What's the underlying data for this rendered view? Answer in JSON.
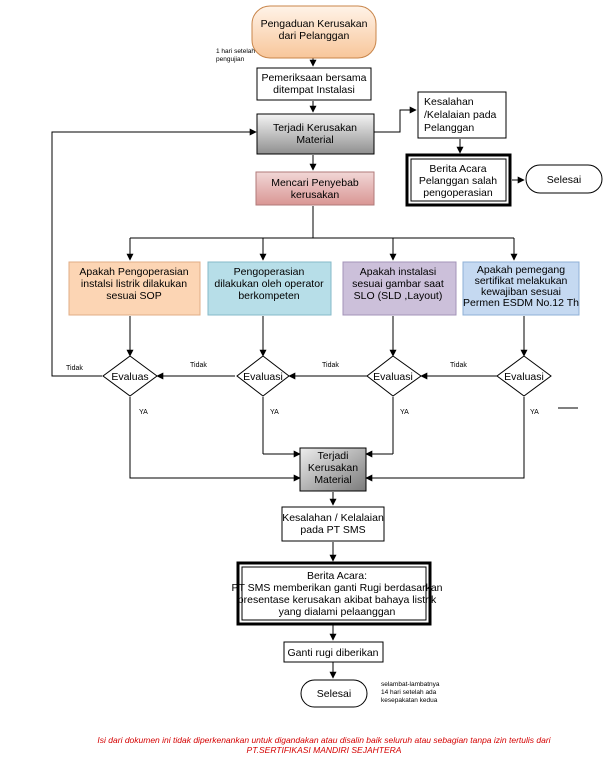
{
  "nodes": {
    "start": [
      "Pengaduan Kerusakan",
      "dari Pelanggan"
    ],
    "inspect": [
      "Pemeriksaan bersama",
      "ditempat Instalasi"
    ],
    "damage_top": [
      "Terjadi Kerusakan",
      "Material"
    ],
    "customer_fault": [
      "Kesalahan",
      "/Kelalaian pada",
      "Pelanggan"
    ],
    "customer_report": [
      "Berita Acara",
      "Pelanggan salah",
      "pengoperasian"
    ],
    "end_top": [
      "Selesai"
    ],
    "find_cause": [
      "Mencari Penyebab",
      "kerusakan"
    ],
    "q_sop": [
      "Apakah Pengoperasian",
      "instalsi listrik dilakukan",
      "sesuai SOP"
    ],
    "q_operator": [
      "Pengoperasian",
      "dilakukan oleh operator",
      "berkompeten"
    ],
    "q_slo": [
      "Apakah instalasi",
      "sesuai gambar saat",
      "SLO (SLD ,Layout)"
    ],
    "q_cert": [
      "Apakah pemegang",
      "sertifikat melakukan",
      "kewajiban sesuai",
      "Permen ESDM No.12 Th"
    ],
    "eval_1": [
      "Evaluas"
    ],
    "eval_2": [
      "Evaluasi"
    ],
    "eval_3": [
      "Evaluasi"
    ],
    "eval_4": [
      "Evaluasi"
    ],
    "damage_bottom": [
      "Terjadi",
      "Kerusakan",
      "Material"
    ],
    "sms_fault": [
      "Kesalahan / Kelalaian",
      "pada PT SMS"
    ],
    "sms_report": [
      "Berita Acara:",
      "PT SMS memberikan ganti Rugi berdasarkan",
      "presentase kerusakan akibat bahaya listrik",
      "yang dialami pelaanggan"
    ],
    "compensation": [
      "Ganti rugi diberikan"
    ],
    "end_bottom": [
      "Selesai"
    ]
  },
  "notes": {
    "after_test": [
      "1 hari setelah",
      "pengujian"
    ],
    "deadline": [
      "selambat-lambatnya",
      "14 hari setelah ada",
      "kesepakatan kedua"
    ]
  },
  "edge_labels": {
    "no": "Tidak",
    "yes": "YA"
  },
  "footer": [
    "Isi dari dokumen ini tidak diperkenankan untuk digandakan atau disalin baik seluruh atau sebagian tanpa izin tertulis dari",
    "PT.SERTIFIKASI MANDIRI SEJAHTERA"
  ],
  "colors": {
    "start_fill": "#fcd5b4",
    "find_cause_fill": "#e6b9b8",
    "q_sop_fill": "#fcd5b4",
    "q_operator_fill": "#b7dee8",
    "q_slo_fill": "#ccc0da",
    "q_cert_fill": "#c5d9f1",
    "footer_text": "#d40000"
  }
}
